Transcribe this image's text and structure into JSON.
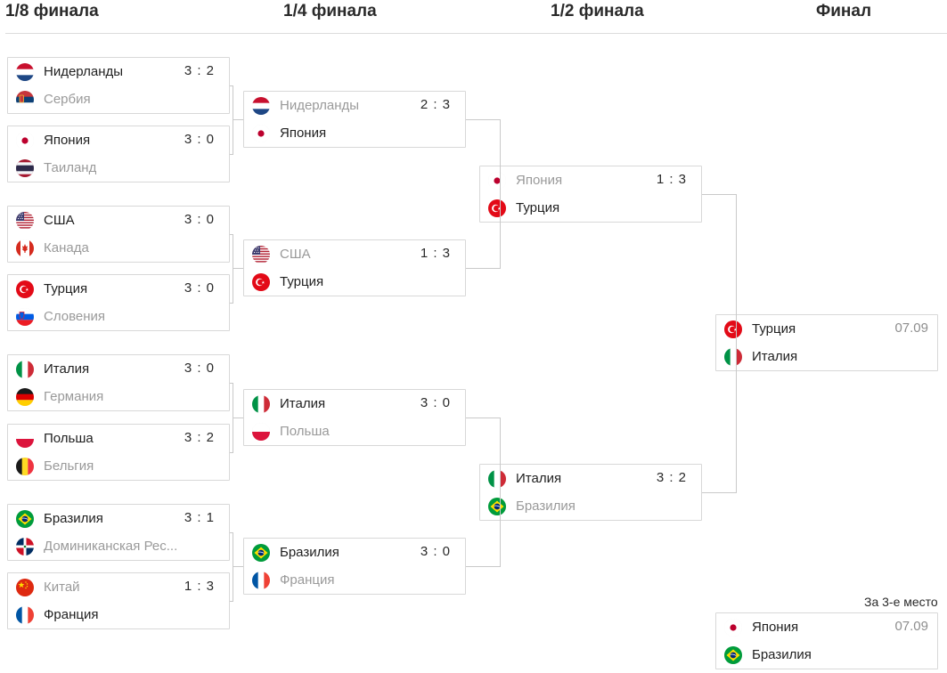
{
  "rounds": [
    "1/8 финала",
    "1/4 финала",
    "1/2 финала",
    "Финал"
  ],
  "r16": [
    {
      "t1": "Нидерланды",
      "f1": "nl",
      "t2": "Сербия",
      "f2": "rs",
      "score": "3 : 2",
      "winner": 1
    },
    {
      "t1": "Япония",
      "f1": "jp",
      "t2": "Таиланд",
      "f2": "th",
      "score": "3 : 0",
      "winner": 1
    },
    {
      "t1": "США",
      "f1": "us",
      "t2": "Канада",
      "f2": "ca",
      "score": "3 : 0",
      "winner": 1
    },
    {
      "t1": "Турция",
      "f1": "tr",
      "t2": "Словения",
      "f2": "si",
      "score": "3 : 0",
      "winner": 1
    },
    {
      "t1": "Италия",
      "f1": "it",
      "t2": "Германия",
      "f2": "de",
      "score": "3 : 0",
      "winner": 1
    },
    {
      "t1": "Польша",
      "f1": "pl",
      "t2": "Бельгия",
      "f2": "be",
      "score": "3 : 2",
      "winner": 1
    },
    {
      "t1": "Бразилия",
      "f1": "br",
      "t2": "Доминиканская Рес...",
      "f2": "do",
      "score": "3 : 1",
      "winner": 1
    },
    {
      "t1": "Китай",
      "f1": "cn",
      "t2": "Франция",
      "f2": "fr",
      "score": "1 : 3",
      "winner": 2
    }
  ],
  "qf": [
    {
      "t1": "Нидерланды",
      "f1": "nl",
      "t2": "Япония",
      "f2": "jp",
      "score": "2 : 3",
      "winner": 2
    },
    {
      "t1": "США",
      "f1": "us",
      "t2": "Турция",
      "f2": "tr",
      "score": "1 : 3",
      "winner": 2
    },
    {
      "t1": "Италия",
      "f1": "it",
      "t2": "Польша",
      "f2": "pl",
      "score": "3 : 0",
      "winner": 1
    },
    {
      "t1": "Бразилия",
      "f1": "br",
      "t2": "Франция",
      "f2": "fr",
      "score": "3 : 0",
      "winner": 1
    }
  ],
  "sf": [
    {
      "t1": "Япония",
      "f1": "jp",
      "t2": "Турция",
      "f2": "tr",
      "score": "1 : 3",
      "winner": 2
    },
    {
      "t1": "Италия",
      "f1": "it",
      "t2": "Бразилия",
      "f2": "br",
      "score": "3 : 2",
      "winner": 1
    }
  ],
  "final": {
    "t1": "Турция",
    "f1": "tr",
    "t2": "Италия",
    "f2": "it",
    "date": "07.09"
  },
  "third_place": {
    "label": "За 3-е место",
    "t1": "Япония",
    "f1": "jp",
    "t2": "Бразилия",
    "f2": "br",
    "date": "07.09"
  }
}
